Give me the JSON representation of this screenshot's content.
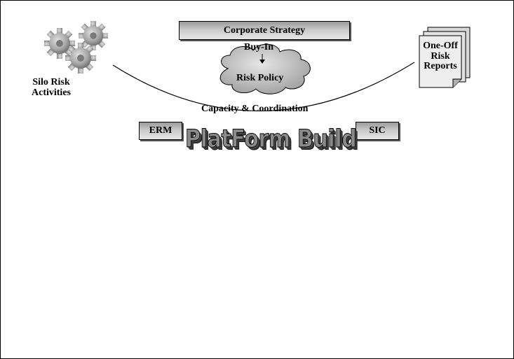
{
  "diagram": {
    "top_box": "Corporate Strategy",
    "buy_in": "Buy-In",
    "cloud": "Risk Policy",
    "arc_label": "Capacity & Coordination",
    "left_box": "ERM",
    "right_box": "SIC",
    "banner": "PlatForm Build",
    "left_label_line1": "Silo Risk",
    "left_label_line2": "Activities",
    "right_label_line1": "One-Off",
    "right_label_line2": "Risk",
    "right_label_line3": "Reports"
  },
  "icons": {
    "left": "gears-icon",
    "right": "stacked-documents-icon"
  }
}
